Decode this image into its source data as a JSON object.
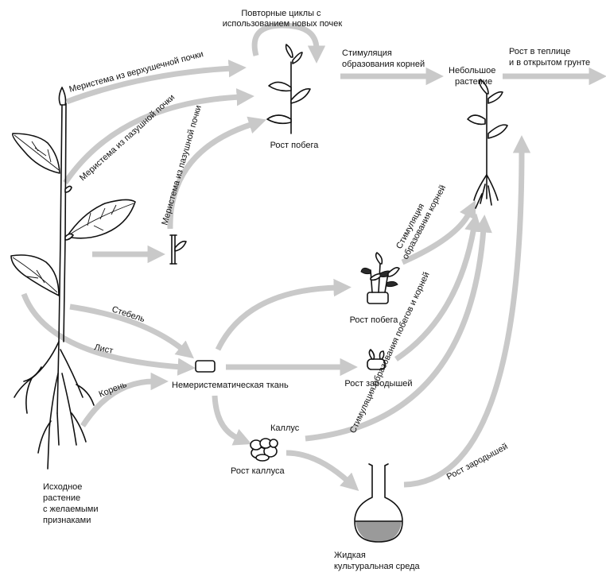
{
  "labels": {
    "apical_meristem": "Меристема из верхушечной почки",
    "axillary_meristem_1": "Меристема из пазушной почки",
    "axillary_meristem_2": "Меристема из пазушной почки",
    "repeat_cycles_line1": "Повторные циклы с",
    "repeat_cycles_line2": "использованием новых почек",
    "shoot_growth_top": "Рост побега",
    "root_stim_top_line1": "Стимуляция",
    "root_stim_top_line2": "образования корней",
    "small_plant_line1": "Небольшое",
    "small_plant_line2": "растение",
    "greenhouse_line1": "Рост в теплице",
    "greenhouse_line2": "и в открытом грунте",
    "root_stim_mid_line1": "Стимуляция",
    "root_stim_mid_line2": "образования корней",
    "stem": "Стебель",
    "leaf": "Лист",
    "root": "Корень",
    "non_meristematic": "Немеристематическая ткань",
    "shoot_growth_mid": "Рост побега",
    "embryo_growth": "Рост зародышей",
    "callus": "Каллус",
    "callus_growth": "Рост каллуса",
    "shoot_root_stim": "Стимуляция образования побегов и корней",
    "embryo_growth_flask": "Рост зародышей",
    "liquid_line1": "Жидкая",
    "liquid_line2": "культуральная среда",
    "source_line1": "Исходное",
    "source_line2": "растение",
    "source_line3": "с желаемыми",
    "source_line4": "признаками"
  },
  "colors": {
    "arrow": "#c9c9c9",
    "ink": "#111111",
    "medium": "#9a9a9a"
  }
}
